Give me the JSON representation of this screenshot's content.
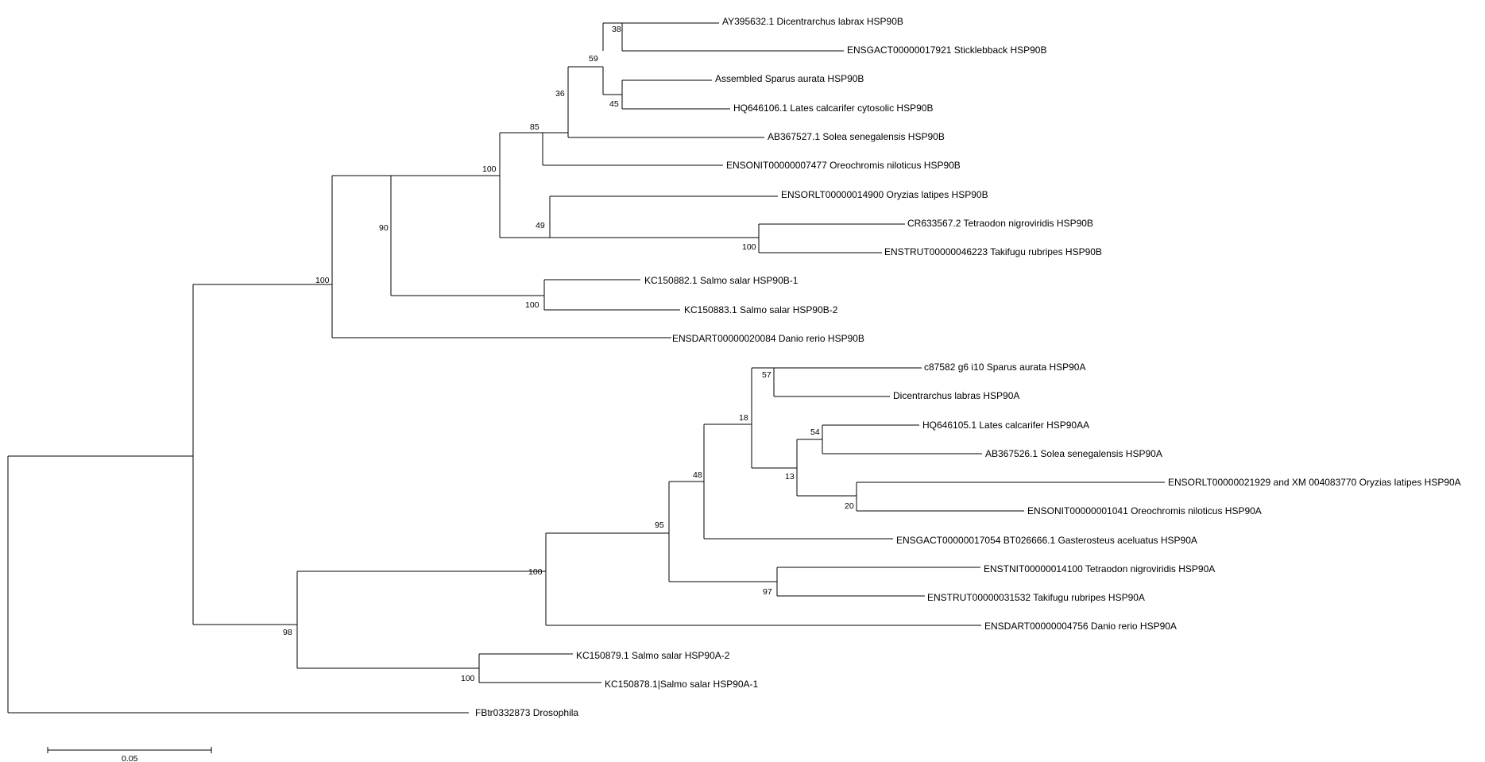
{
  "tree": {
    "leaves": [
      "AY395632.1 Dicentrarchus labrax HSP90B",
      "ENSGACT00000017921 Sticklebback HSP90B",
      "Assembled Sparus aurata HSP90B",
      "HQ646106.1 Lates calcarifer cytosolic HSP90B",
      "AB367527.1 Solea senegalensis HSP90B",
      "ENSONIT00000007477 Oreochromis niloticus HSP90B",
      "ENSORLT00000014900 Oryzias latipes HSP90B",
      "CR633567.2 Tetraodon nigroviridis HSP90B",
      "ENSTRUT00000046223 Takifugu rubripes HSP90B",
      "KC150882.1 Salmo salar HSP90B-1",
      "KC150883.1 Salmo salar HSP90B-2",
      "ENSDART00000020084 Danio rerio HSP90B",
      "c87582 g6 i10 Sparus aurata HSP90A",
      "Dicentrarchus labras HSP90A",
      "HQ646105.1 Lates calcarifer HSP90AA",
      "AB367526.1 Solea senegalensis HSP90A",
      "ENSORLT00000021929 and XM 004083770 Oryzias latipes HSP90A",
      "ENSONIT00000001041 Oreochromis niloticus HSP90A",
      "ENSGACT00000017054 BT026666.1 Gasterosteus aceluatus HSP90A",
      "ENSTNIT00000014100 Tetraodon nigroviridis HSP90A",
      "ENSTRUT00000031532 Takifugu rubripes HSP90A",
      "ENSDART00000004756 Danio rerio HSP90A",
      "KC150879.1 Salmo salar HSP90A-2",
      "KC150878.1|Salmo salar HSP90A-1",
      "FBtr0332873 Drosophila"
    ],
    "bootstrap_values": [
      "38",
      "45",
      "59",
      "36",
      "85",
      "100",
      "49",
      "100",
      "90",
      "100",
      "100",
      "57",
      "54",
      "20",
      "13",
      "18",
      "48",
      "97",
      "95",
      "100",
      "98",
      "100"
    ],
    "scale_bar": {
      "label": "0.05",
      "value": 0.05
    }
  }
}
